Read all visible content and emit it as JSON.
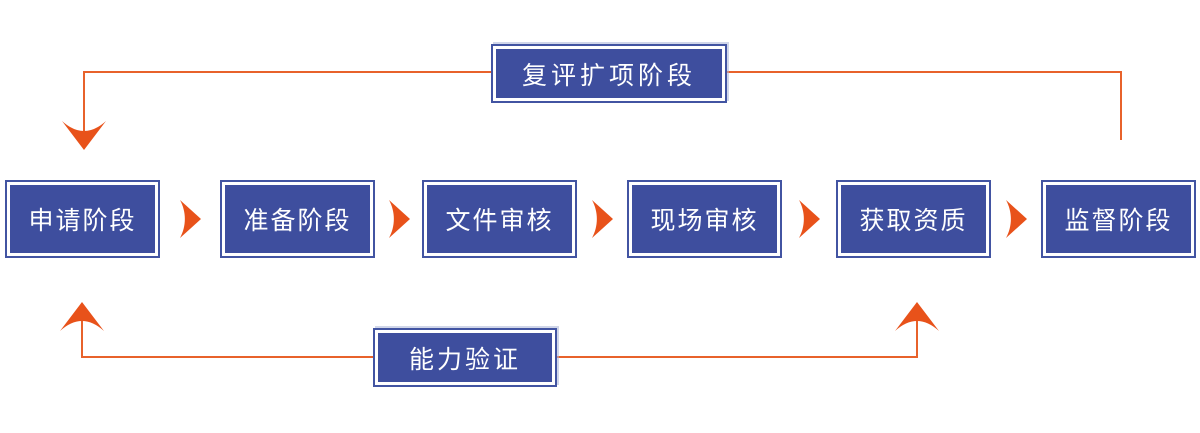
{
  "flow": {
    "stages": [
      {
        "label": "申请阶段"
      },
      {
        "label": "准备阶段"
      },
      {
        "label": "文件审核"
      },
      {
        "label": "现场审核"
      },
      {
        "label": "获取资质"
      },
      {
        "label": "监督阶段"
      }
    ],
    "feedback_top": {
      "label": "复评扩项阶段"
    },
    "feedback_bottom": {
      "label": "能力验证"
    }
  },
  "icons": {
    "flow_arrow": "chevron-right",
    "down_arrow": "chevron-down",
    "up_arrow": "chevron-up"
  },
  "colors": {
    "box_fill": "#3e4e9e",
    "box_border": "#4254a2",
    "box_text": "#ffffff",
    "arrow_orange": "#e8521a",
    "line_orange": "#e8622b",
    "background": "#ffffff"
  }
}
